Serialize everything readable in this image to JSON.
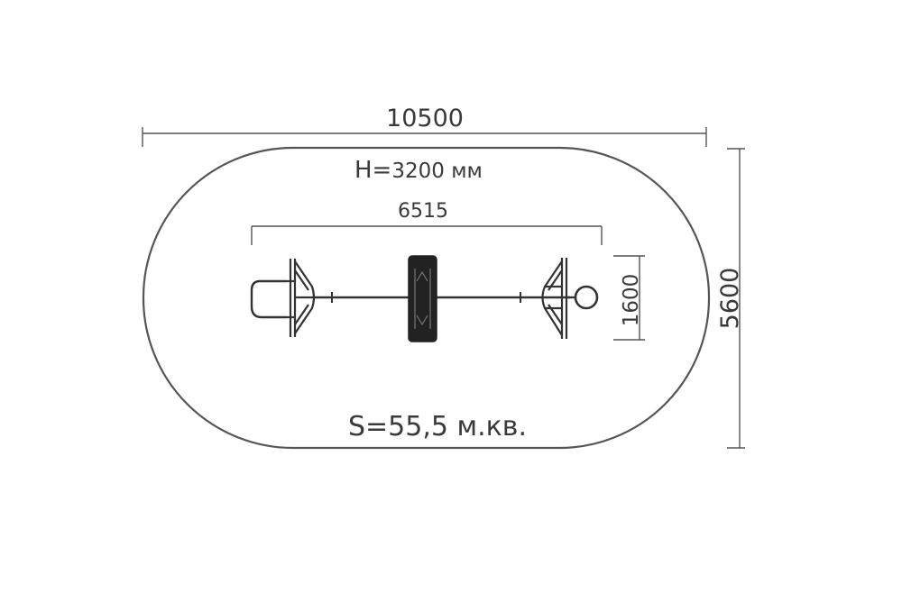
{
  "dimensions": {
    "total_length": "10500",
    "total_width": "5600",
    "equipment_length": "6515",
    "equipment_width": "1600"
  },
  "height_label": {
    "prefix": "H=",
    "value": "3200 мм"
  },
  "area_label": "S=55,5 м.кв.",
  "colors": {
    "stroke": "#555555",
    "text": "#3a3a3a",
    "equipment": "#333333",
    "fill_dark": "#222222"
  }
}
